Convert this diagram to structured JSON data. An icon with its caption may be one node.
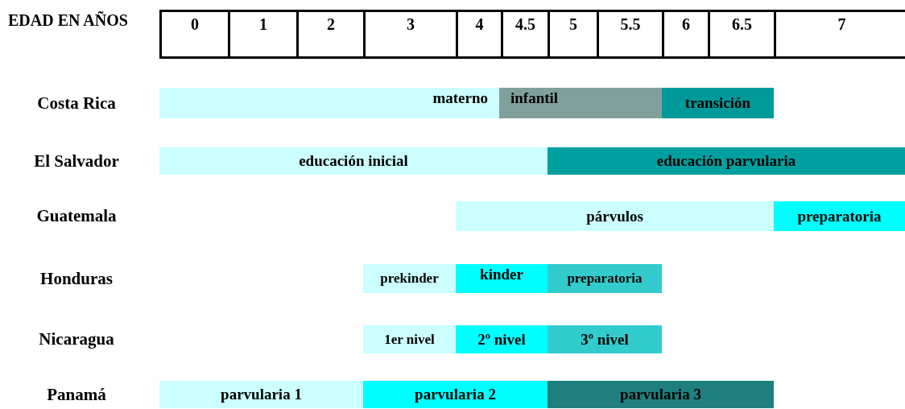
{
  "diagram": {
    "nodes": [
      {
        "text": [
          "materno"
        ]
      },
      {
        "text": [
          "infantil"
        ]
      },
      {
        "text": [
          "transición"
        ]
      },
      {
        "text": [
          "educación inicial"
        ]
      },
      {
        "text": [
          "educación parvularia"
        ]
      },
      {
        "text": [
          "párvulos"
        ]
      },
      {
        "text": [
          "preparatoria"
        ]
      },
      {
        "text": [
          "prekinder"
        ]
      },
      {
        "text": [
          "kinder"
        ]
      },
      {
        "text": [
          "preparatoria"
        ]
      },
      {
        "text": [
          "1er nivel"
        ]
      },
      {
        "text": [
          "2º nivel"
        ]
      },
      {
        "text": [
          "3º nivel"
        ]
      },
      {
        "text": [
          "parvularia 1"
        ]
      },
      {
        "text": [
          "parvularia 2"
        ]
      },
      {
        "text": [
          "parvularia 3"
        ]
      }
    ],
    "labels": [
      "EDAD EN AÑOS",
      "0",
      "1",
      "2",
      "3",
      "4",
      "4.5",
      "5",
      "5.5",
      "6",
      "6.5",
      "7",
      "Costa Rica",
      "El Salvador",
      "Guatemala",
      "Honduras",
      "Nicaragua",
      "Panamá"
    ]
  }
}
